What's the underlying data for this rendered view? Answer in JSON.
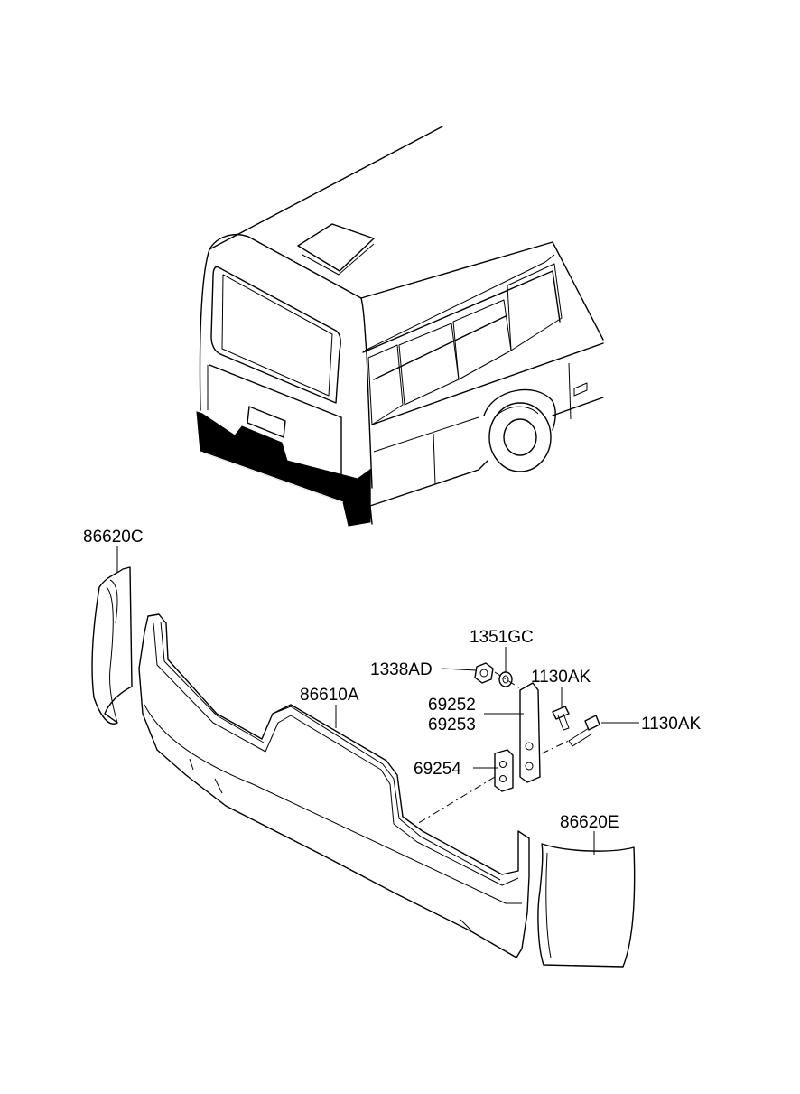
{
  "labels": {
    "l86620C": "86620C",
    "l1351GC": "1351GC",
    "l1338AD": "1338AD",
    "l1130AK_a": "1130AK",
    "l86610A": "86610A",
    "l69252": "69252",
    "l69253": "69253",
    "l1130AK_b": "1130AK",
    "l69254": "69254",
    "l86620E": "86620E"
  }
}
